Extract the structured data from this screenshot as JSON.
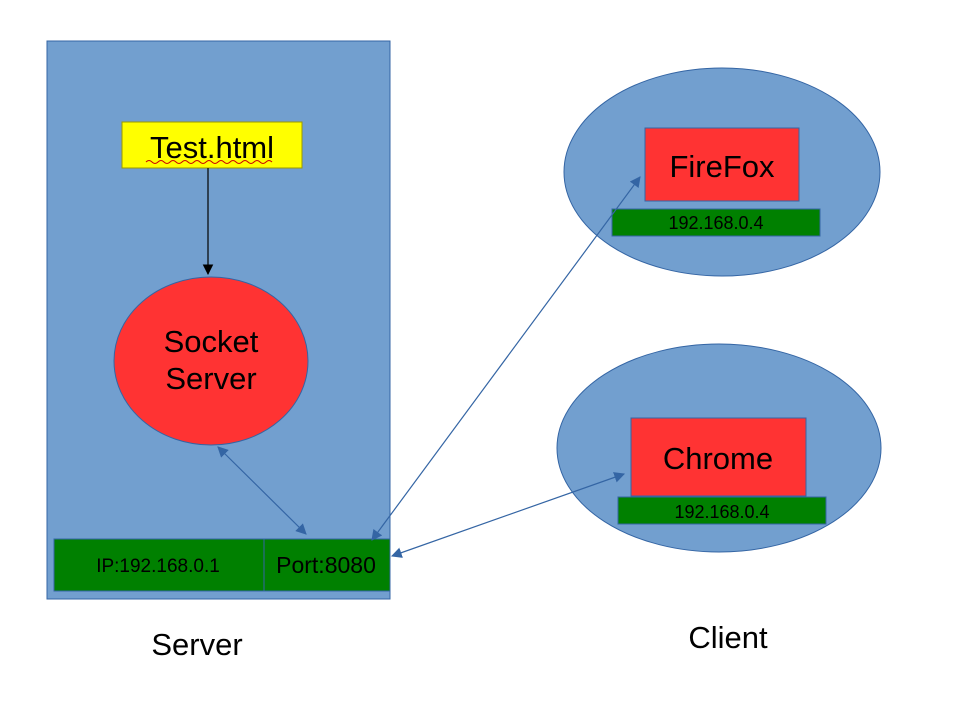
{
  "server": {
    "file_label": "Test.html",
    "socket_server_line1": "Socket",
    "socket_server_line2": "Server",
    "ip_label": "IP:192.168.0.1",
    "port_label": "Port:8080",
    "caption": "Server"
  },
  "clients": {
    "caption": "Client",
    "firefox": {
      "label": "FireFox",
      "ip": "192.168.0.4"
    },
    "chrome": {
      "label": "Chrome",
      "ip": "192.168.0.4"
    }
  },
  "colors": {
    "server_box": "#729fcf",
    "file_box": "#ffff00",
    "socket_server": "#ff3333",
    "ip_bar": "#008000",
    "client_ellipse": "#729fcf",
    "browser_box": "#ff3333",
    "connector": "#3465a4"
  }
}
